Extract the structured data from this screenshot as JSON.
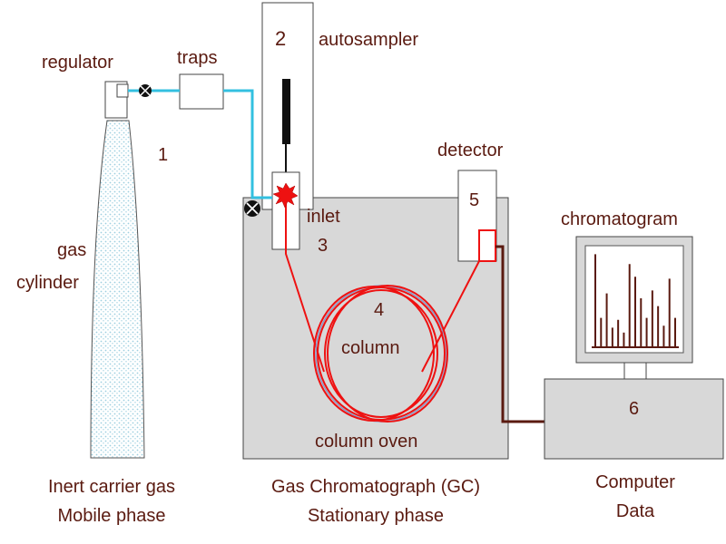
{
  "labels": {
    "regulator": "regulator",
    "traps": "traps",
    "autosampler": "autosampler",
    "detector": "detector",
    "chromatogram": "chromatogram",
    "inlet": "inlet",
    "gas": "gas",
    "cylinder": "cylinder",
    "column": "column",
    "column_oven": "column oven",
    "inert_carrier_gas": "Inert carrier gas",
    "mobile_phase": "Mobile phase",
    "gc": "Gas Chromatograph (GC)",
    "stationary_phase": "Stationary phase",
    "computer": "Computer",
    "data": "Data"
  },
  "numbers": {
    "cylinder": "1",
    "autosampler": "2",
    "inlet": "3",
    "column": "4",
    "detector": "5",
    "computer": "6"
  },
  "colors": {
    "text": "#5a1a10",
    "carrier_line": "#33c0e0",
    "column": "#ee1111",
    "oven_fill": "#d8d8d8",
    "cylinder_dots": "#9ecfe0",
    "cable": "#5a1a10",
    "peaks": "#5a1a10"
  },
  "chromatogram_peaks": [
    0.95,
    0.3,
    0.55,
    0.2,
    0.28,
    0.15,
    0.85,
    0.72,
    0.5,
    0.3,
    0.58,
    0.42,
    0.22,
    0.7,
    0.3
  ]
}
